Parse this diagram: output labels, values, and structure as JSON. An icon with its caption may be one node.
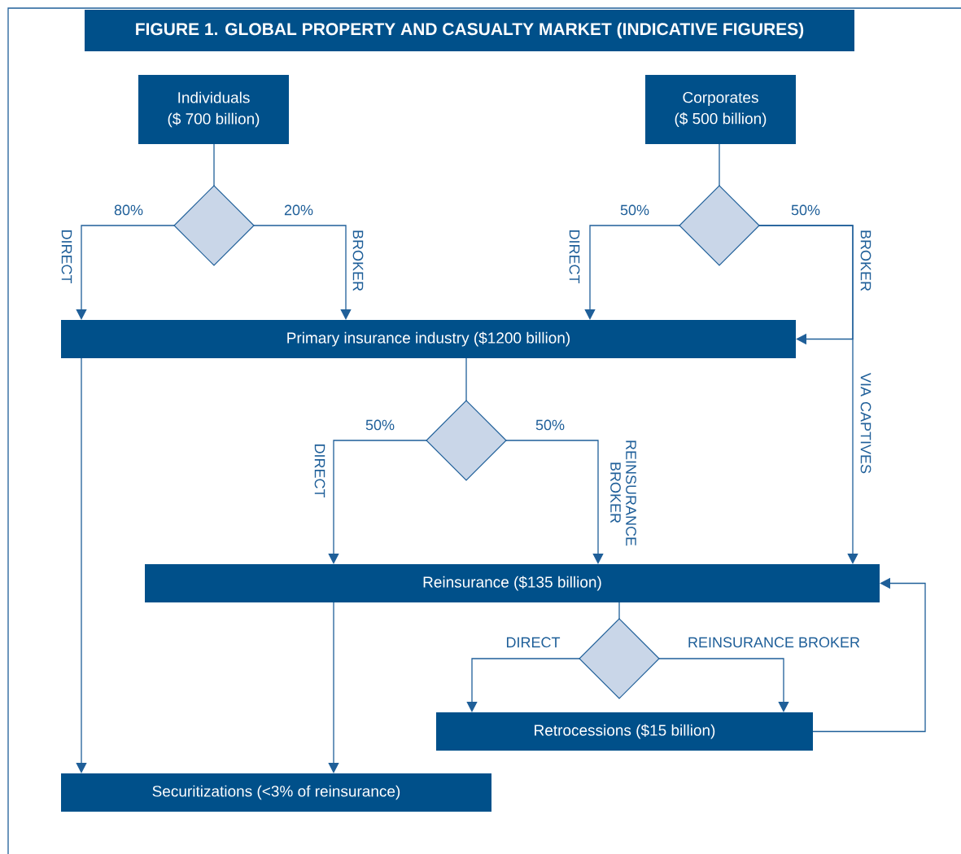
{
  "diagram": {
    "nodes": [
      {
        "text": [
          "FIGURE 1. GLOBAL PROPERTY AND CASUALTY MARKET (INDICATIVE FIGURES)"
        ]
      },
      {
        "text": [
          "Individuals",
          "($ 700 billion)"
        ]
      },
      {
        "text": [
          "Corporates",
          "($ 500 billion)"
        ]
      },
      {
        "text": [],
        "shape": "diamond"
      },
      {
        "text": [],
        "shape": "diamond"
      },
      {
        "text": [
          "Primary insurance industry ($1200 billion)"
        ]
      },
      {
        "text": [],
        "shape": "diamond"
      },
      {
        "text": [
          "Reinsurance ($135 billion)"
        ]
      },
      {
        "text": [],
        "shape": "diamond"
      },
      {
        "text": [
          "Retrocessions ($15 billion)"
        ]
      },
      {
        "text": [
          "Securitizations (<3% of reinsurance)"
        ]
      }
    ],
    "edges": [
      {
        "from": 1,
        "to": 3,
        "arrow": "none"
      },
      {
        "from": 3,
        "to": 5,
        "arrow": "to",
        "label": "DIRECT"
      },
      {
        "from": 3,
        "to": 5,
        "arrow": "to",
        "label": "BROKER"
      },
      {
        "from": 2,
        "to": 4,
        "arrow": "none"
      },
      {
        "from": 4,
        "to": 5,
        "arrow": "to",
        "label": "DIRECT"
      },
      {
        "from": 4,
        "to": 5,
        "arrow": "to",
        "label": "BROKER"
      },
      {
        "from": 4,
        "to": 7,
        "arrow": "to",
        "label": "VIA CAPTIVES"
      },
      {
        "from": 5,
        "to": 10,
        "arrow": "to"
      },
      {
        "from": 5,
        "to": 6,
        "arrow": "none"
      },
      {
        "from": 6,
        "to": 7,
        "arrow": "to",
        "label": "DIRECT"
      },
      {
        "from": 6,
        "to": 7,
        "arrow": "to",
        "label": "REINSURANCE BROKER"
      },
      {
        "from": 7,
        "to": 10,
        "arrow": "to"
      },
      {
        "from": 7,
        "to": 8,
        "arrow": "none"
      },
      {
        "from": 8,
        "to": 9,
        "arrow": "to",
        "label": "DIRECT"
      },
      {
        "from": 8,
        "to": 9,
        "arrow": "to",
        "label": "REINSURANCE BROKER"
      },
      {
        "from": 9,
        "to": 7,
        "arrow": "to"
      }
    ],
    "labels": [
      "80%",
      "20%",
      "50%",
      "50%",
      "50%",
      "50%"
    ]
  }
}
